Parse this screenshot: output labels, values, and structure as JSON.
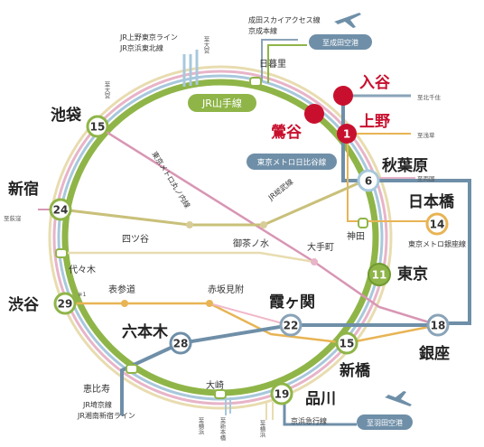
{
  "colors": {
    "yamanote": "#8fb548",
    "hibiya": "#8aa3b8",
    "blue_line": "#6fa1c4",
    "pink_line": "#e8b4c8",
    "cream_line": "#e8dcb0",
    "sobu": "#c9c07a",
    "marunouchi": "#d896b4",
    "ginza": "#e8b454",
    "oedo_pink": "#f0b8c8",
    "station_red": "#c8102e",
    "airport_pill": "#6f8fa8"
  },
  "stations": {
    "iriya": "入谷",
    "ueno": "上野",
    "uguisudani": "鶯谷",
    "akihabara": "秋葉原",
    "nihonbashi": "日本橋",
    "tokyo": "東京",
    "kasumigaseki": "霞ヶ関",
    "ginza": "銀座",
    "shimbashi": "新橋",
    "shinagawa": "品川",
    "roppongi": "六本木",
    "shibuya": "渋谷",
    "shinjuku": "新宿",
    "ikebukuro": "池袋",
    "nippori": "日暮里",
    "yotsuya": "四ツ谷",
    "ochanomizu": "御茶ノ水",
    "otemachi": "大手町",
    "kanda": "神田",
    "yoyogi": "代々木",
    "omotesando": "表参道",
    "akasaka_mitsuke": "赤坂見附",
    "ebisu": "恵比寿",
    "osaki": "大崎"
  },
  "lines": {
    "yamanote": "JR山手線",
    "hibiya": "東京メトロ日比谷線",
    "marunouchi": "東京メトロ丸ノ内線",
    "sobu": "JR総武線",
    "ginza": "東京メトロ銀座線",
    "narita_access": "成田スカイアクセス線",
    "keisei_main": "京成本線",
    "ueno_tokyo": "JR上野東京ライン",
    "keihin_tohoku": "JR京浜東北線",
    "saikyo": "JR埼京線",
    "shonan_shinjuku": "JR湘南新宿ライン",
    "keikyu": "京浜急行線"
  },
  "airports": {
    "narita": "至成田空港",
    "haneda": "至羽田空港"
  },
  "directions": {
    "omiya": "至大宮",
    "omiya2": "至大宮",
    "kita_senju": "至北千住",
    "asakusa": "至浅草",
    "ryogoku": "至両国",
    "ogikubo": "至荻窪",
    "yokohama1": "至横浜",
    "shin_yokohama": "至新本橋",
    "yokohama2": "至横浜"
  },
  "times": {
    "ueno": "1",
    "akihabara": "6",
    "tokyo": "11",
    "nihonbashi": "14",
    "ginza": "18",
    "shimbashi": "15",
    "kasumigaseki": "22",
    "shinagawa": "19",
    "roppongi": "28",
    "shibuya": "29",
    "shinjuku": "24",
    "ikebukuro": "15"
  },
  "footnote": "※1"
}
